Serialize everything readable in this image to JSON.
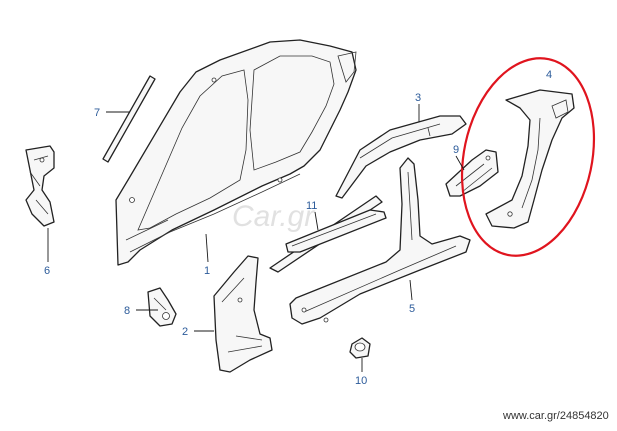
{
  "callouts": {
    "c1": "1",
    "c2": "2",
    "c3": "3",
    "c4": "4",
    "c5": "5",
    "c6": "6",
    "c7": "7",
    "c8": "8",
    "c9": "9",
    "c10": "10",
    "c11": "11"
  },
  "highlighted_part": "4",
  "colors": {
    "callout_text": "#2c5b9a",
    "highlight": "#e0141e",
    "line": "#222222"
  },
  "watermark": {
    "logo": "Car.gr",
    "text": "www.car.gr/24854820"
  }
}
